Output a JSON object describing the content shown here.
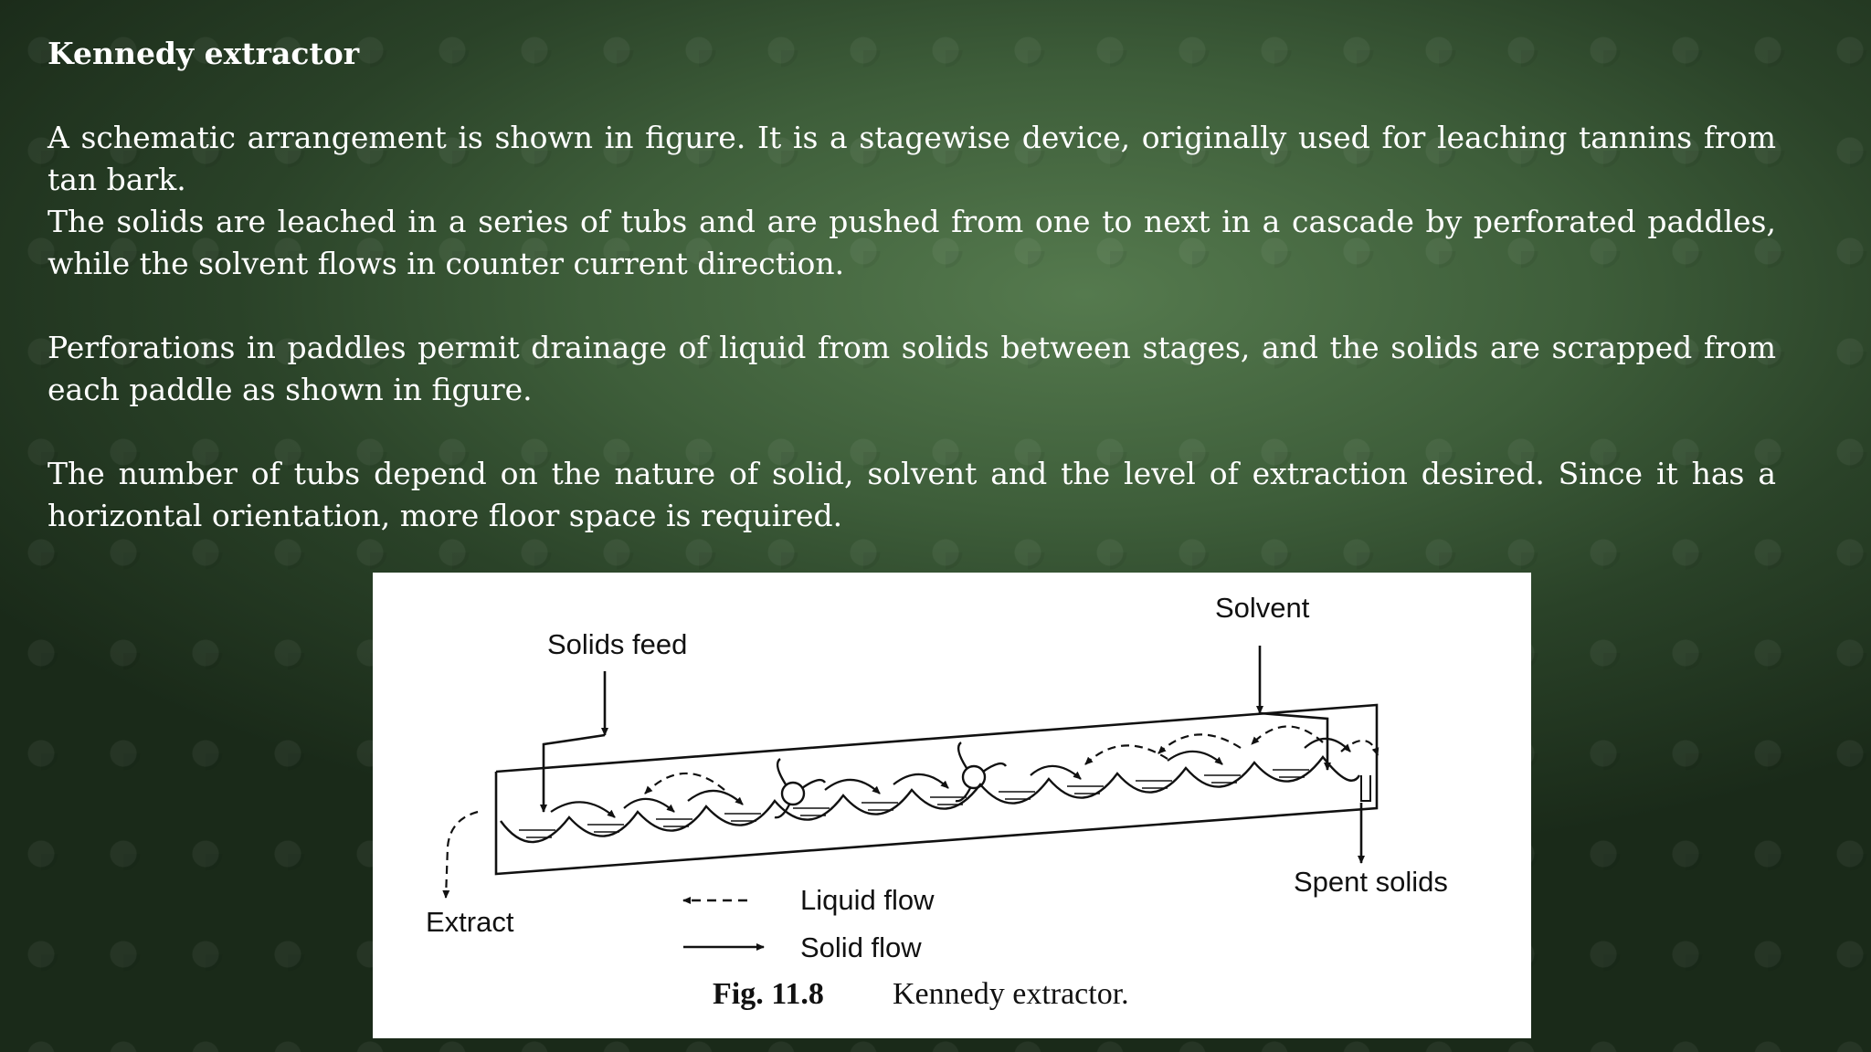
{
  "slide": {
    "title": "Kennedy extractor",
    "paragraphs": [
      "A schematic arrangement is shown in figure. It is a stagewise device, originally used for leaching tannins from tan bark.",
      "The solids are leached in a series of tubs and are pushed from one to next in a cascade by perforated paddles, while the solvent flows in counter current direction.",
      "Perforations in paddles permit drainage of liquid from solids between stages, and the solids are scrapped from each paddle as shown in figure.",
      "The number of tubs depend on the nature of solid, solvent and the level of extraction desired. Since it has a horizontal orientation, more floor space is required."
    ]
  },
  "figure": {
    "labels": {
      "solids_feed": "Solids feed",
      "solvent": "Solvent",
      "extract": "Extract",
      "spent_solids": "Spent solids",
      "liquid_flow": "Liquid flow",
      "solid_flow": "Solid flow"
    },
    "caption_number": "Fig. 11.8",
    "caption_text": "Kennedy extractor."
  }
}
